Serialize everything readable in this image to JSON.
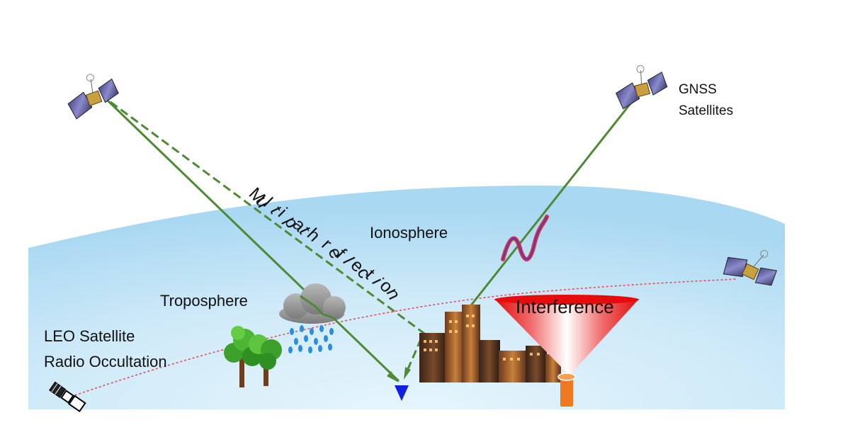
{
  "labels": {
    "gnss_line1": "GNSS",
    "gnss_line2": "Satellites",
    "ionosphere": "Ionosphere",
    "troposphere": "Troposphere",
    "leo_line1": "LEO Satellite",
    "leo_line2": "Radio Occultation",
    "interference": "Interference",
    "multipath": "Multipath reflection"
  },
  "colors": {
    "sky_dome": "#bfe3f6",
    "signal_path": "#4e8a36",
    "occultation_path": "#e0505a",
    "scintillation_wave": "#e03040",
    "receiver": "#1020e0",
    "interference_beam": "#e01010",
    "jammer_antenna": "#f07820",
    "rain": "#2a8ee0"
  },
  "icons": [
    "gnss-satellite-icon",
    "leo-satellite-icon",
    "rain-cloud-icon",
    "trees-icon",
    "city-buildings-icon",
    "jammer-antenna-icon",
    "receiver-antenna-icon"
  ]
}
